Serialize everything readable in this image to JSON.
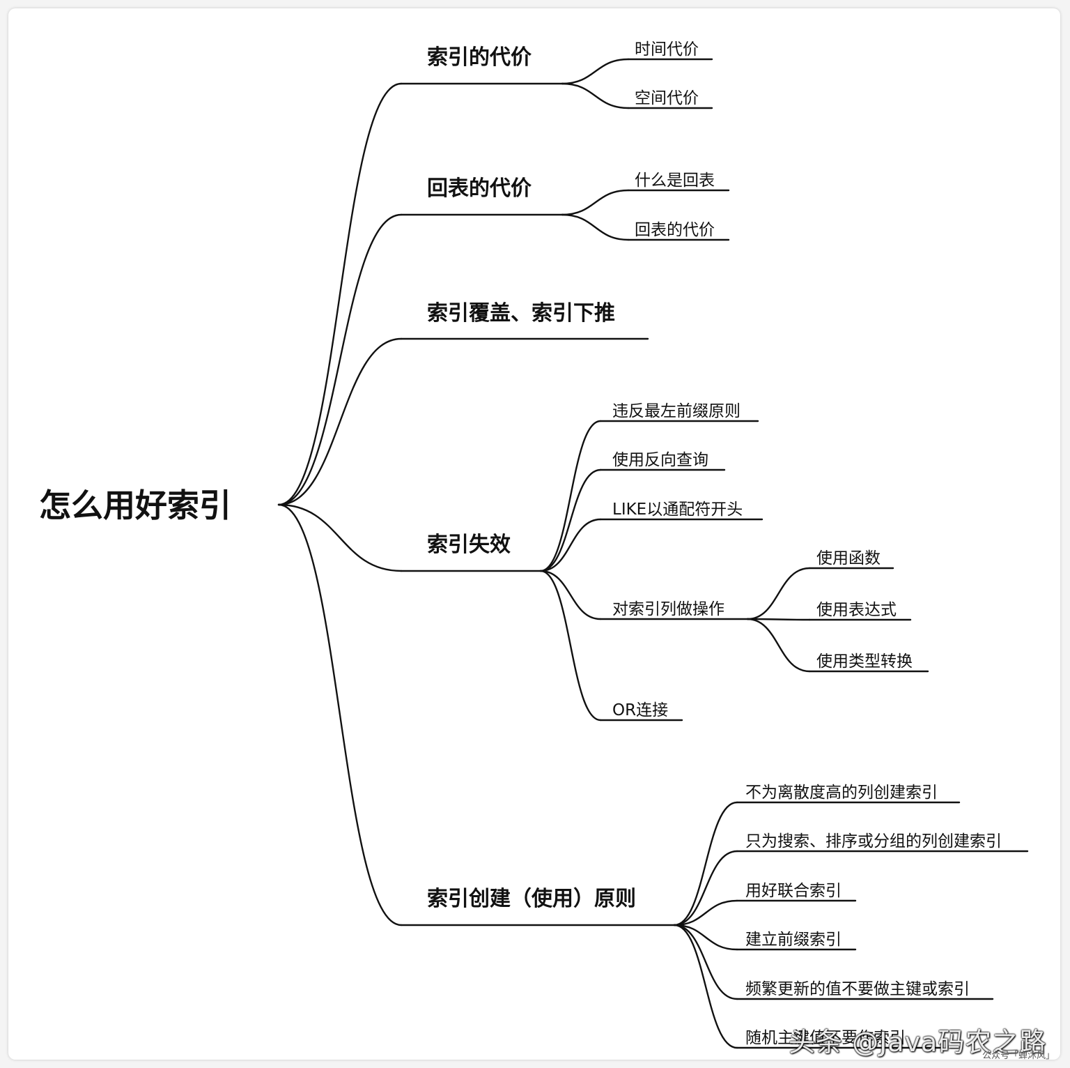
{
  "colors": {
    "root": "#3a52b0",
    "line": "#111111",
    "text": "#111111"
  },
  "root": {
    "label": "怎么用好索引"
  },
  "branches": [
    {
      "label": "索引的代价",
      "children": [
        {
          "label": "时间代价"
        },
        {
          "label": "空间代价"
        }
      ]
    },
    {
      "label": "回表的代价",
      "children": [
        {
          "label": "什么是回表"
        },
        {
          "label": "回表的代价"
        }
      ]
    },
    {
      "label": "索引覆盖、索引下推",
      "children": []
    },
    {
      "label": "索引失效",
      "children": [
        {
          "label": "违反最左前缀原则"
        },
        {
          "label": "使用反向查询"
        },
        {
          "label": "LIKE以通配符开头"
        },
        {
          "label": "对索引列做操作",
          "children": [
            {
              "label": "使用函数"
            },
            {
              "label": "使用表达式"
            },
            {
              "label": "使用类型转换"
            }
          ]
        },
        {
          "label": "OR连接"
        }
      ]
    },
    {
      "label": "索引创建（使用）原则",
      "children": [
        {
          "label": "不为离散度高的列创建索引"
        },
        {
          "label": "只为搜索、排序或分组的列创建索引"
        },
        {
          "label": "用好联合索引"
        },
        {
          "label": "建立前缀索引"
        },
        {
          "label": "频繁更新的值不要做主键或索引"
        },
        {
          "label": "随机主键值不要作索引"
        }
      ]
    }
  ],
  "watermark": {
    "main": "头条 @Java码农之路",
    "sub": "公众号「蝉沐风」"
  }
}
